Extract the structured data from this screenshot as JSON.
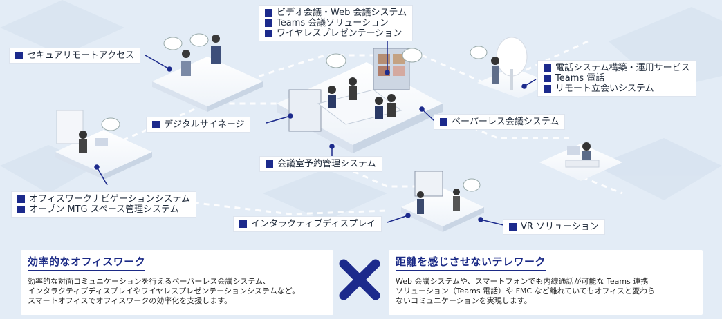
{
  "labels": {
    "video_conf": [
      "ビデオ会議・Web 会議システム",
      "Teams 会議ソリューション",
      "ワイヤレスプレゼンテーション"
    ],
    "secure_remote": [
      "セキュアリモートアクセス"
    ],
    "phone": [
      "電話システム構築・運用サービス",
      "Teams 電話",
      "リモート立会いシステム"
    ],
    "signage": [
      "デジタルサイネージ"
    ],
    "paperless": [
      "ペーパーレス会議システム"
    ],
    "room_booking": [
      "会議室予約管理システム"
    ],
    "office_nav": [
      "オフィスワークナビゲーションシステム",
      "オープン MTG スペース管理システム"
    ],
    "interactive": [
      "インタラクティブディスプレイ"
    ],
    "vr": [
      "VR ソリューション"
    ]
  },
  "panels": {
    "left": {
      "title": "効率的なオフィスワーク",
      "lines": [
        "効率的な対面コミュニケーションを行えるペーパーレス会議システム、",
        "インタラクティブディスプレイやワイヤレスプレゼンテーションシステムなど。",
        "スマートオフィスでオフィスワークの効率化を支援します。"
      ]
    },
    "right": {
      "title": "距離を感じさせないテレワーク",
      "lines": [
        "Web 会議システムや、スマートフォンでも内線通話が可能な Teams 連携",
        "ソリューション（Teams 電話）や FMC など離れていてもオフィスと変わら",
        "ないコミュニケーションを実現します。"
      ]
    }
  },
  "colors": {
    "accent": "#1c2a8c",
    "background": "#e3ecf6"
  }
}
